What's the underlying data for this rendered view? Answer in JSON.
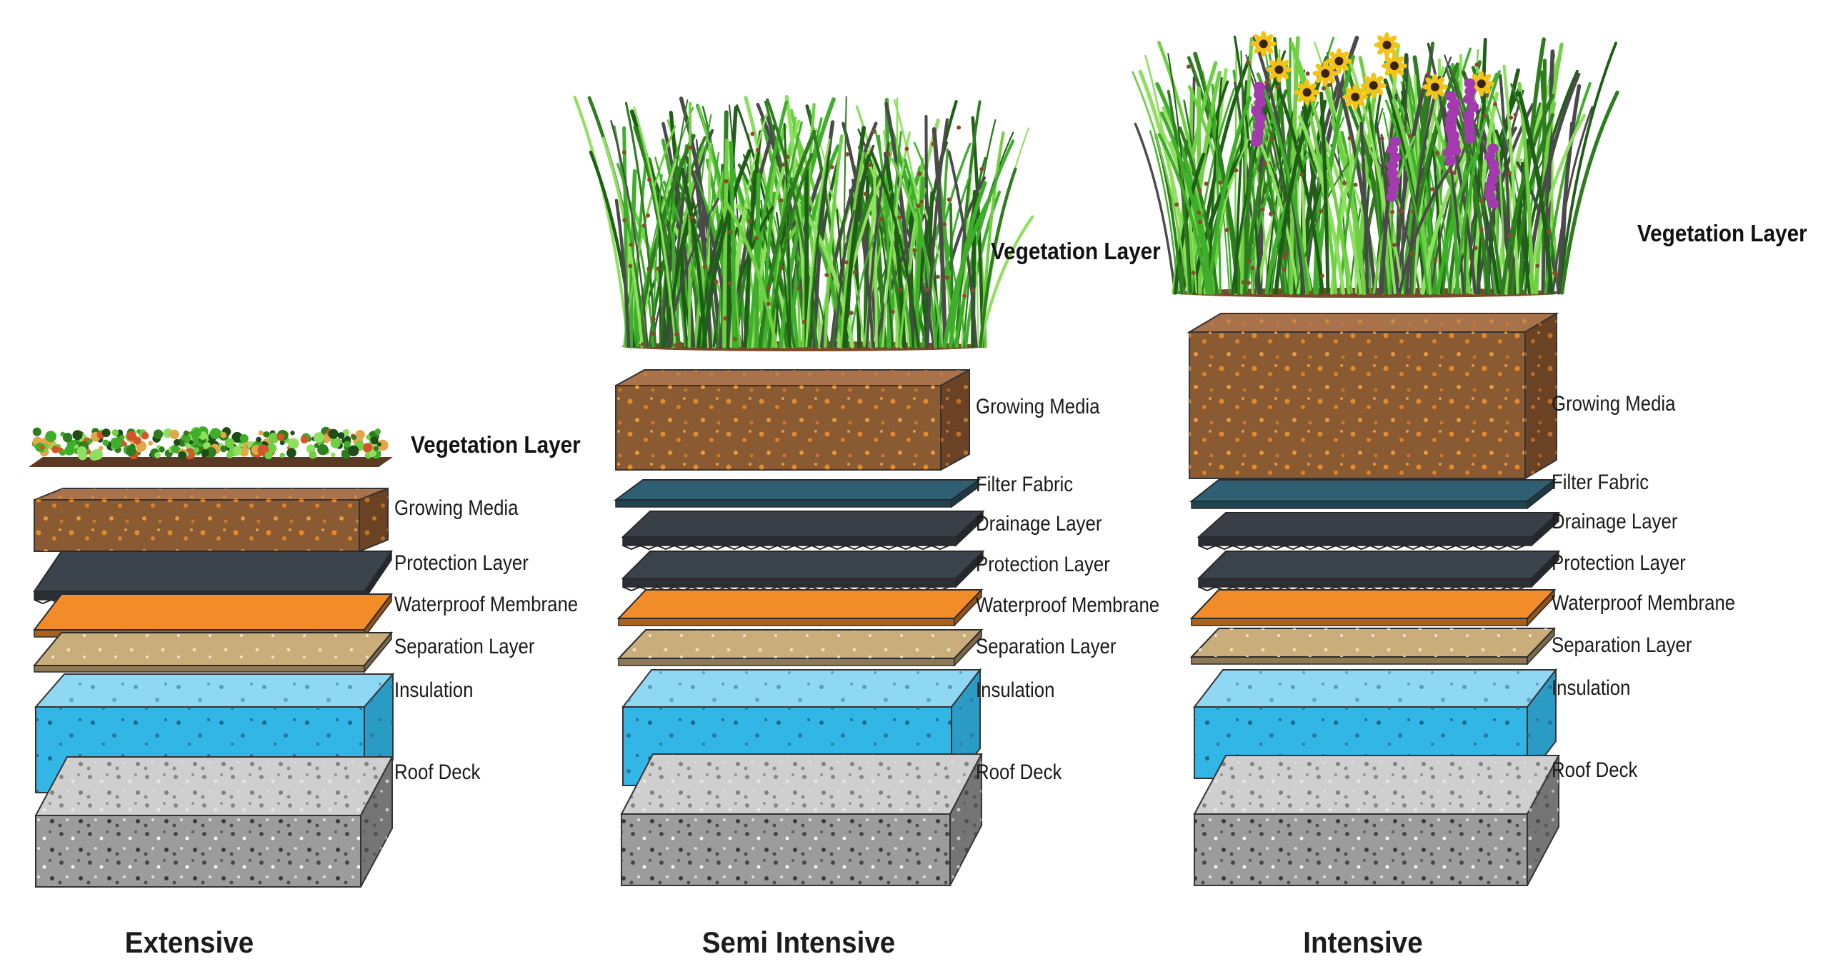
{
  "colors": {
    "soil_front": "#8a5a33",
    "soil_side": "#6b4224",
    "soil_top": "#a8724a",
    "filter_fabric": "#2f5f73",
    "drainage": "#3a3f47",
    "protection": "#3b434c",
    "waterproof": "#f28c28",
    "separation": "#c9ad7a",
    "insulation": "#31b6e6",
    "insulation_top": "#8fd8f3",
    "roof_deck": "#9c9c9c",
    "roof_deck_top": "#cfcfcf",
    "grass": "#3fae2a",
    "flower_yellow": "#f4c318",
    "flower_purple": "#a53ab0"
  },
  "columns": [
    {
      "title": "Extensive",
      "layers": {
        "vegetation": "Vegetation Layer",
        "growing_media": "Growing Media",
        "protection": "Protection Layer",
        "waterproof": "Waterproof Membrane",
        "separation": "Separation Layer",
        "insulation": "Insulation",
        "roof_deck": "Roof Deck"
      }
    },
    {
      "title": "Semi Intensive",
      "layers": {
        "vegetation": "Vegetation Layer",
        "growing_media": "Growing Media",
        "filter_fabric": "Filter Fabric",
        "drainage": "Drainage Layer",
        "protection": "Protection Layer",
        "waterproof": "Waterproof Membrane",
        "separation": "Separation Layer",
        "insulation": "Insulation",
        "roof_deck": "Roof Deck"
      }
    },
    {
      "title": "Intensive",
      "layers": {
        "vegetation": "Vegetation Layer",
        "growing_media": "Growing Media",
        "filter_fabric": "Filter Fabric",
        "drainage": "Drainage Layer",
        "protection": "Protection Layer",
        "waterproof": "Waterproof Membrane",
        "separation": "Separation Layer",
        "insulation": "Insulation",
        "roof_deck": "Roof Deck"
      }
    }
  ]
}
